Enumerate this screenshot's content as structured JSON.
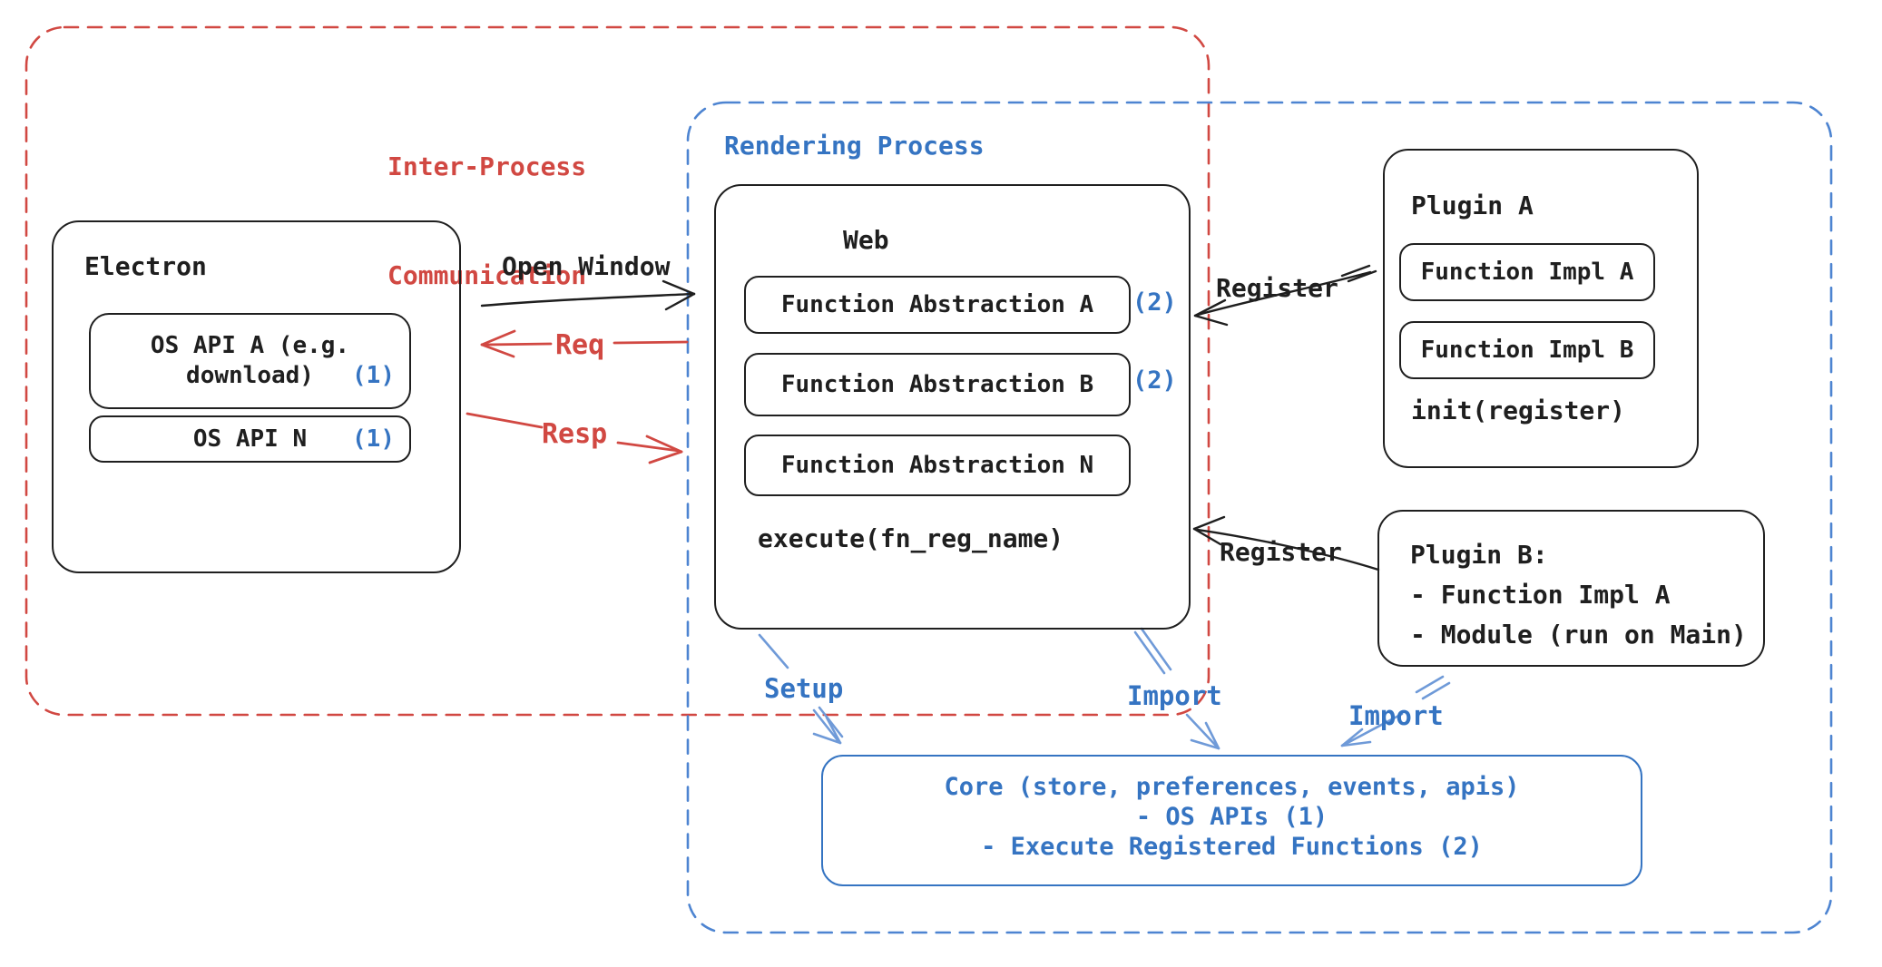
{
  "colors": {
    "background": "#ffffff",
    "stroke_black": "#1f1f1f",
    "red": "#d14842",
    "blue": "#3574c2",
    "blue_dash": "#4d84d1",
    "blue_arrow": "#6f9ad8"
  },
  "boundaries": {
    "ipc_label_line1": "Inter-Process",
    "ipc_label_line2": "Communication",
    "rendering_label": "Rendering Process"
  },
  "electron": {
    "title": "Electron",
    "os_api_a": {
      "line1": "OS API A (e.g.",
      "line2": "download)",
      "badge": "(1)"
    },
    "os_api_n": {
      "label": "OS API N",
      "badge": "(1)"
    }
  },
  "web": {
    "title": "Web",
    "abstractions": [
      {
        "label": "Function Abstraction A",
        "badge": "(2)"
      },
      {
        "label": "Function Abstraction B",
        "badge": "(2)"
      },
      {
        "label": "Function Abstraction N",
        "badge": ""
      }
    ],
    "footer": "execute(fn_reg_name)"
  },
  "plugin_a": {
    "title": "Plugin A",
    "impl_a": "Function Impl A",
    "impl_b": "Function Impl B",
    "footer": "init(register)"
  },
  "plugin_b": {
    "line1": "Plugin B:",
    "line2": "- Function Impl A",
    "line3": "- Module (run on Main)"
  },
  "core": {
    "line1": "Core (store, preferences, events, apis)",
    "line2": "- OS APIs (1)",
    "line3": "- Execute Registered Functions (2)"
  },
  "arrow_labels": {
    "open_window": "Open Window",
    "req": "Req",
    "resp": "Resp",
    "register_top": "Register",
    "register_bottom": "Register",
    "setup": "Setup",
    "import_web": "Import",
    "import_plugin": "Import"
  }
}
